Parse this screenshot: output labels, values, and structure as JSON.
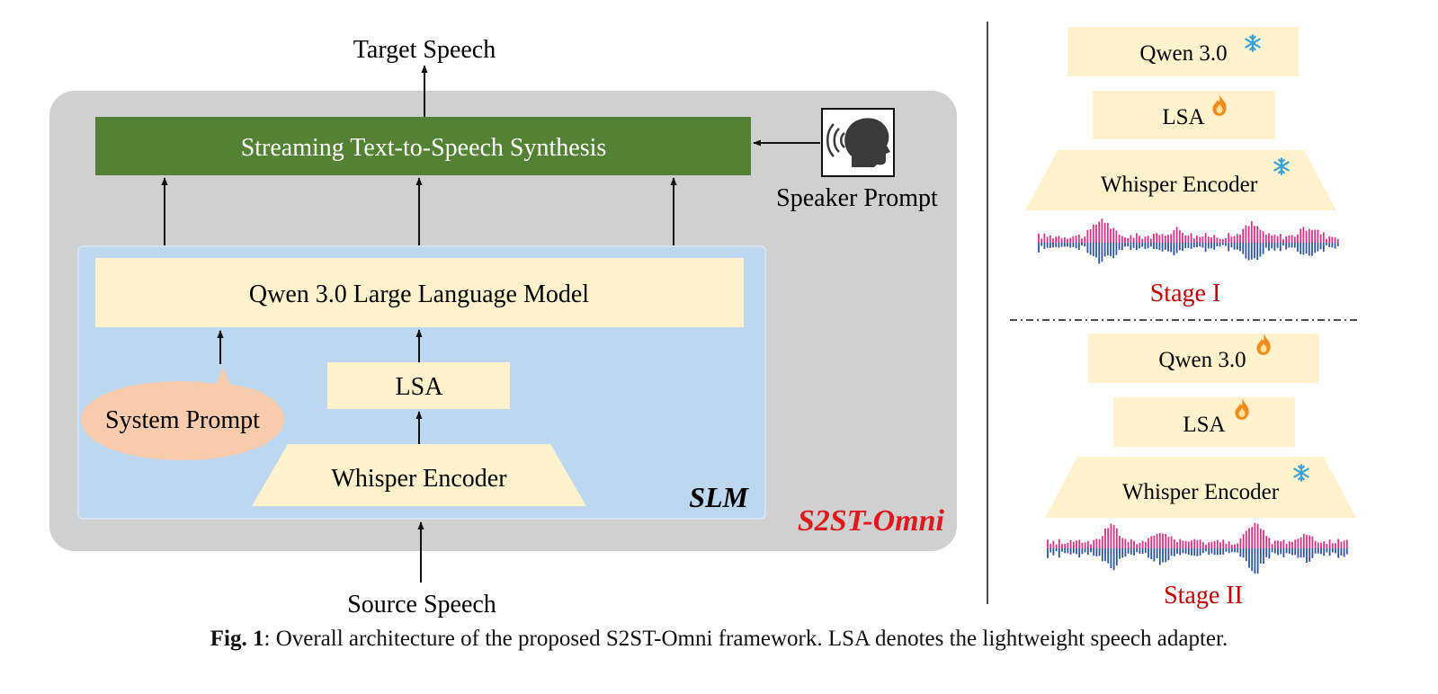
{
  "main": {
    "target_speech": "Target Speech",
    "source_speech": "Source Speech",
    "tts": "Streaming Text-to-Speech Synthesis",
    "speaker_prompt": "Speaker Prompt",
    "llm": "Qwen 3.0 Large Language Model",
    "lsa": "LSA",
    "whisper": "Whisper Encoder",
    "system_prompt": "System Prompt",
    "slm": "SLM",
    "framework": "S2ST-Omni"
  },
  "stage1": {
    "qwen": "Qwen 3.0",
    "lsa": "LSA",
    "whisper": "Whisper Encoder",
    "label": "Stage I",
    "qwen_state": "frozen",
    "lsa_state": "trainable",
    "whisper_state": "frozen"
  },
  "stage2": {
    "qwen": "Qwen 3.0",
    "lsa": "LSA",
    "whisper": "Whisper Encoder",
    "label": "Stage II",
    "qwen_state": "trainable",
    "lsa_state": "trainable",
    "whisper_state": "frozen"
  },
  "caption": {
    "label": "Fig. 1",
    "text": ": Overall architecture of the proposed S2ST-Omni framework. LSA denotes the lightweight speech adapter."
  },
  "colors": {
    "outer_bg": "#d0d0d0",
    "slm_bg": "#bdd7ee",
    "tts_green": "#548235",
    "module_yellow": "#fff2cc",
    "bubble_pink": "#f8cbad",
    "framework_red": "#e0191f",
    "stage_red": "#c00000",
    "wave_pink": "#d63384",
    "wave_blue": "#2f5597",
    "snow_blue": "#3aa0d8",
    "fire_orange": "#f08c1c"
  }
}
